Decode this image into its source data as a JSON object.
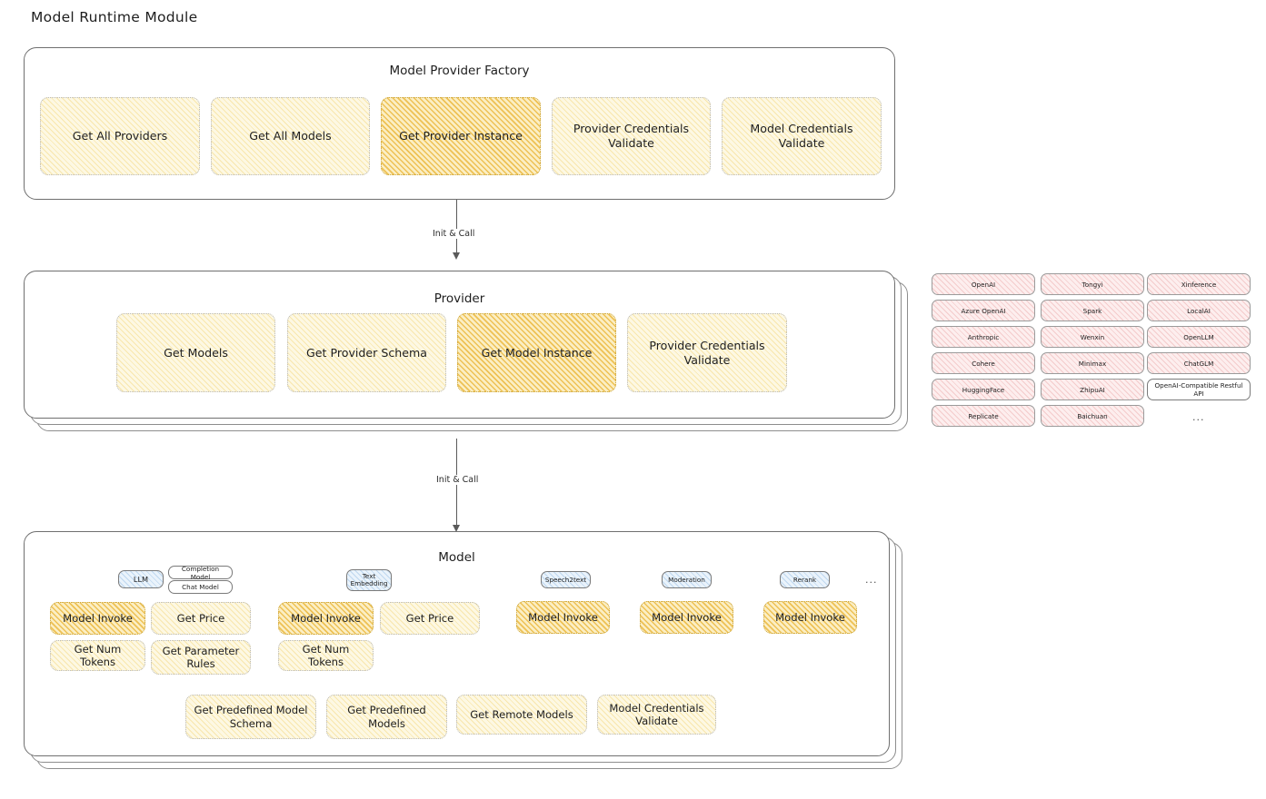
{
  "title": "Model Runtime Module",
  "panels": {
    "factory": {
      "heading": "Model Provider Factory",
      "nodes": [
        {
          "label": "Get All Providers",
          "highlight": false
        },
        {
          "label": "Get All Models",
          "highlight": false
        },
        {
          "label": "Get Provider Instance",
          "highlight": true
        },
        {
          "label": "Provider Credentials Validate",
          "highlight": false
        },
        {
          "label": "Model Credentials Validate",
          "highlight": false
        }
      ]
    },
    "provider": {
      "heading": "Provider",
      "nodes": [
        {
          "label": "Get Models",
          "highlight": false
        },
        {
          "label": "Get Provider Schema",
          "highlight": false
        },
        {
          "label": "Get Model Instance",
          "highlight": true
        },
        {
          "label": "Provider Credentials Validate",
          "highlight": false
        }
      ]
    },
    "model": {
      "heading": "Model",
      "badges": [
        {
          "label": "LLM",
          "sub": [
            "Completion Model",
            "Chat Model"
          ]
        },
        {
          "label": "Text Embedding",
          "sub": []
        },
        {
          "label": "Speech2text",
          "sub": []
        },
        {
          "label": "Moderation",
          "sub": []
        },
        {
          "label": "Rerank",
          "sub": []
        }
      ],
      "badges_more": "...",
      "groups": [
        {
          "nodes": [
            {
              "label": "Model Invoke",
              "highlight": true
            },
            {
              "label": "Get Price",
              "highlight": false
            },
            {
              "label": "Get Num Tokens",
              "highlight": false
            },
            {
              "label": "Get Parameter Rules",
              "highlight": false
            }
          ]
        },
        {
          "nodes": [
            {
              "label": "Model Invoke",
              "highlight": true
            },
            {
              "label": "Get Price",
              "highlight": false
            },
            {
              "label": "Get Num Tokens",
              "highlight": false
            }
          ]
        },
        {
          "nodes": [
            {
              "label": "Model Invoke",
              "highlight": true
            }
          ]
        },
        {
          "nodes": [
            {
              "label": "Model Invoke",
              "highlight": true
            }
          ]
        },
        {
          "nodes": [
            {
              "label": "Model Invoke",
              "highlight": true
            }
          ]
        }
      ],
      "shared_nodes": [
        {
          "label": "Get Predefined Model Schema"
        },
        {
          "label": "Get Predefined Models"
        },
        {
          "label": "Get Remote Models"
        },
        {
          "label": "Model Credentials Validate"
        }
      ]
    }
  },
  "arrows": [
    {
      "label": "Init & Call"
    },
    {
      "label": "Init & Call"
    }
  ],
  "provider_list": {
    "columns": [
      [
        "OpenAI",
        "Azure OpenAI",
        "Anthropic",
        "Cohere",
        "HuggingFace",
        "Replicate"
      ],
      [
        "Tongyi",
        "Spark",
        "Wenxin",
        "Minimax",
        "ZhipuAI",
        "Baichuan"
      ],
      [
        "Xinference",
        "LocalAI",
        "OpenLLM",
        "ChatGLM",
        "OpenAI-Compatible Restful API"
      ]
    ],
    "more": "..."
  },
  "colors": {
    "highlight_amber": "#e8b02a",
    "cream": "#fdf8e3",
    "rose": "#fdeeee",
    "blue": "#eaf3fb",
    "stroke": "#6f6f6f"
  }
}
